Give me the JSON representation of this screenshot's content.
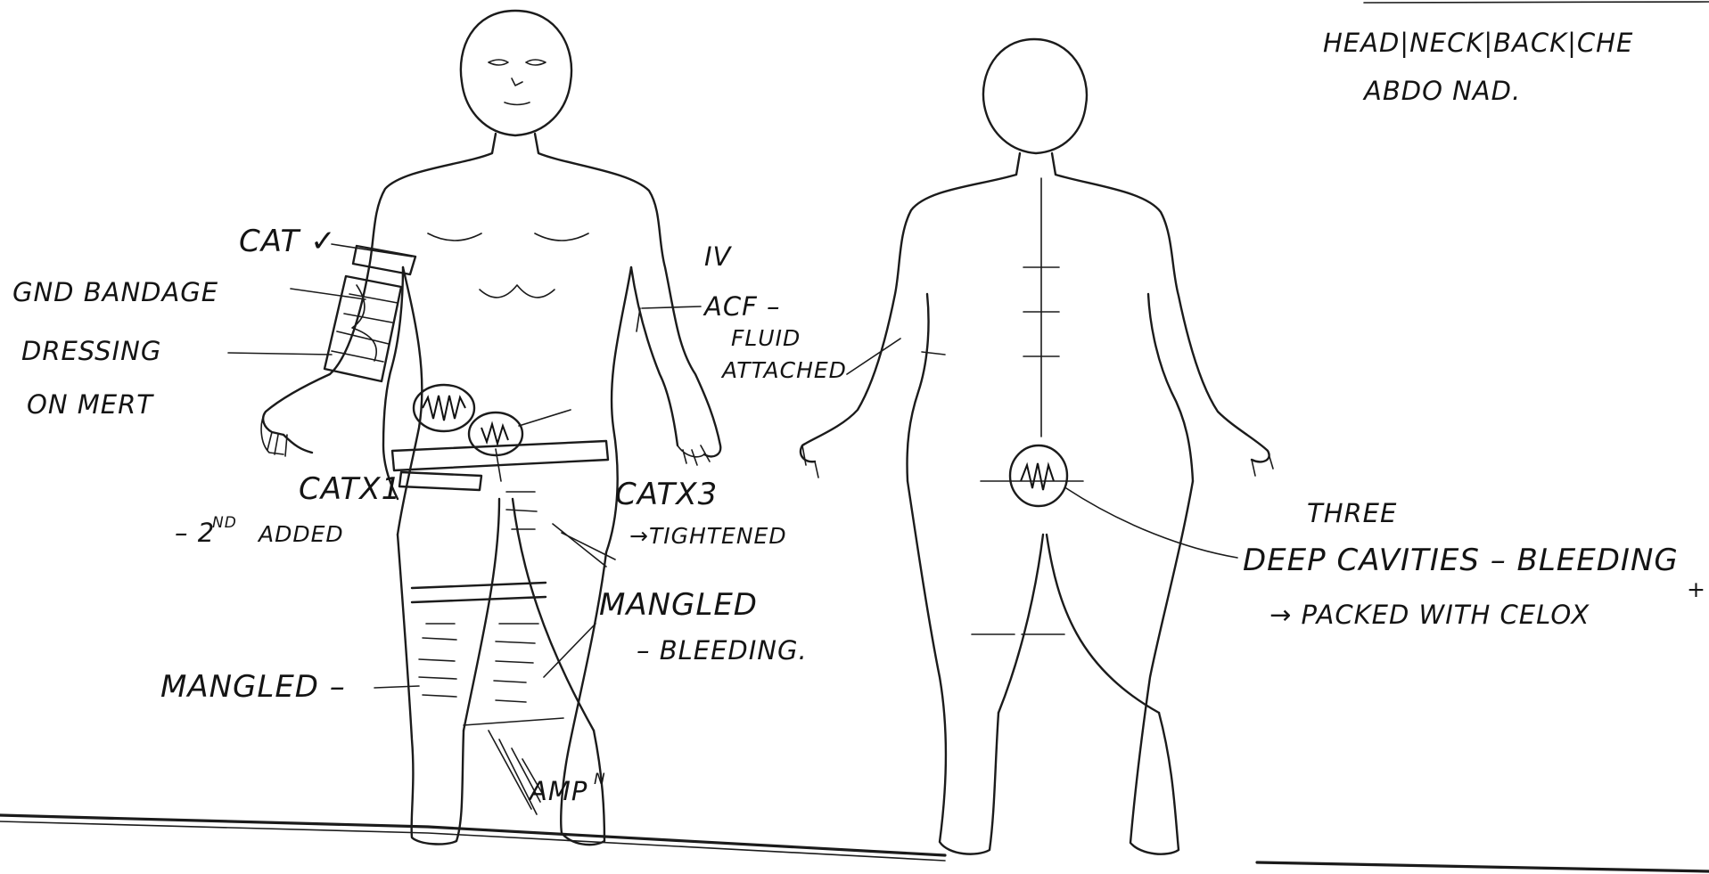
{
  "header_note": {
    "line1": "HEAD|NECK|BACK|CHE",
    "line2": "ABDO NAD."
  },
  "figures": {
    "front": "front body outline",
    "back": "back body outline"
  },
  "annotations": {
    "cat_check": "CAT ✓",
    "gnd_bandage": "GND BANDAGE",
    "dressing_1": "DRESSING",
    "dressing_2": "ON MERT",
    "iv": "IV",
    "acf": "ACF –",
    "fluid": "FLUID",
    "attached": "ATTACHED",
    "catx1": "CATX1",
    "second_added_prefix": "– 2",
    "second_added_sup": "ND",
    "second_added_word": "ADDED",
    "catx3": "CATX3",
    "tightened": "→TIGHTENED",
    "mangled_bleeding_1": "MANGLED",
    "mangled_bleeding_2": "– BLEEDING.",
    "mangled_left": "MANGLED –",
    "ampn": "AMP",
    "ampn_sup": "N",
    "three": "THREE",
    "deep_cavities": "DEEP CAVITIES – BLEEDING",
    "packed": "→ PACKED WITH CELOX",
    "packed_sup": "+"
  },
  "colors": {
    "ink": "#1b1b1b",
    "paper": "#ffffff"
  }
}
